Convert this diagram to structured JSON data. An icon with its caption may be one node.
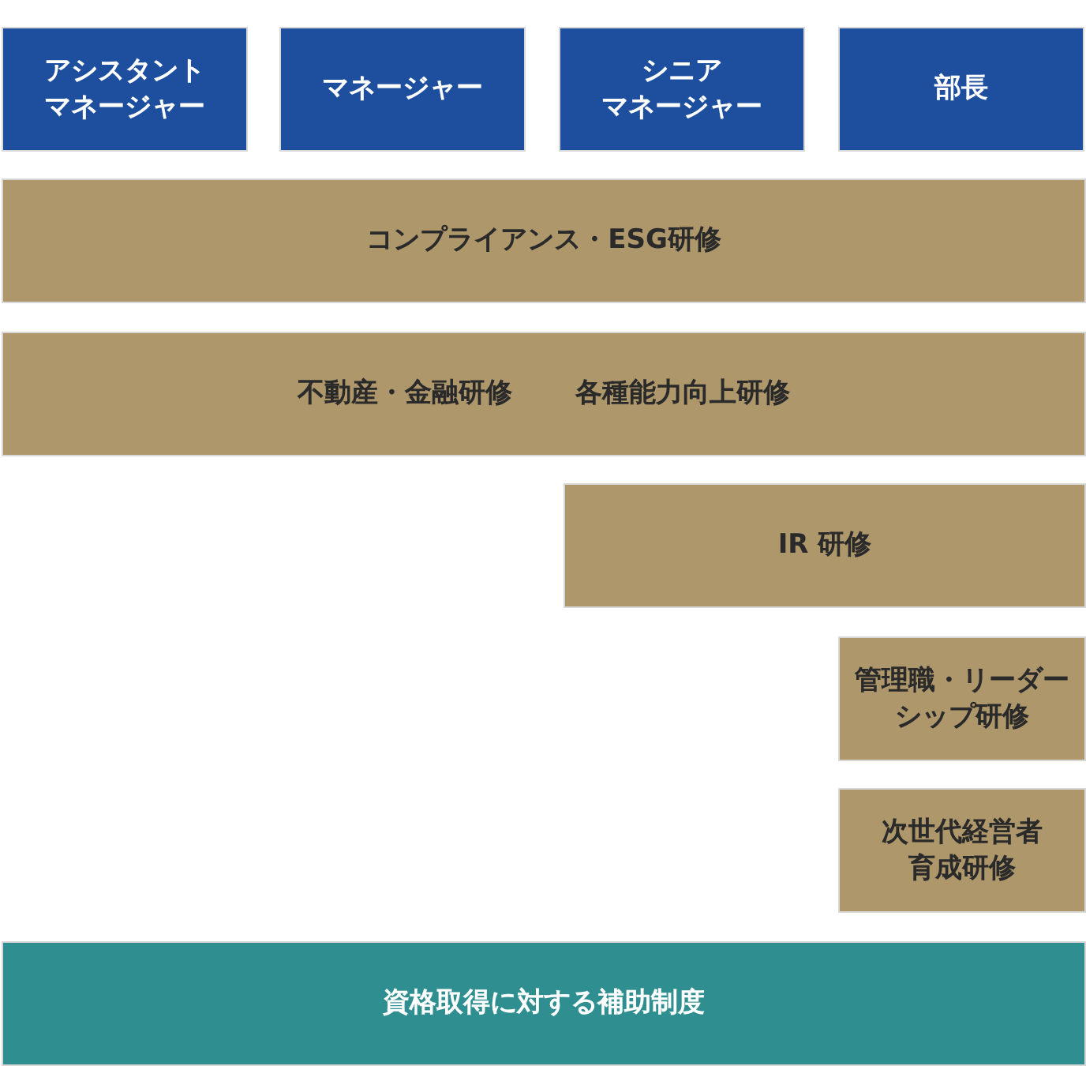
{
  "diagram": {
    "nodes": [
      {
        "text": [
          "アシスタントマネージャー"
        ]
      },
      {
        "text": [
          "マネージャー"
        ]
      },
      {
        "text": [
          "シニアマネージャー"
        ]
      },
      {
        "text": [
          "部長"
        ]
      },
      {
        "text": [
          "コンプライアンス・ESG研修"
        ]
      },
      {
        "text": [
          "不動産・金融研修",
          "各種能力向上研修"
        ]
      },
      {
        "text": [
          "IR 研修"
        ]
      },
      {
        "text": [
          "管理職・リーダーシップ研修"
        ]
      },
      {
        "text": [
          "次世代経営者育成研修"
        ]
      },
      {
        "text": [
          "資格取得に対する補助制度"
        ]
      }
    ]
  }
}
